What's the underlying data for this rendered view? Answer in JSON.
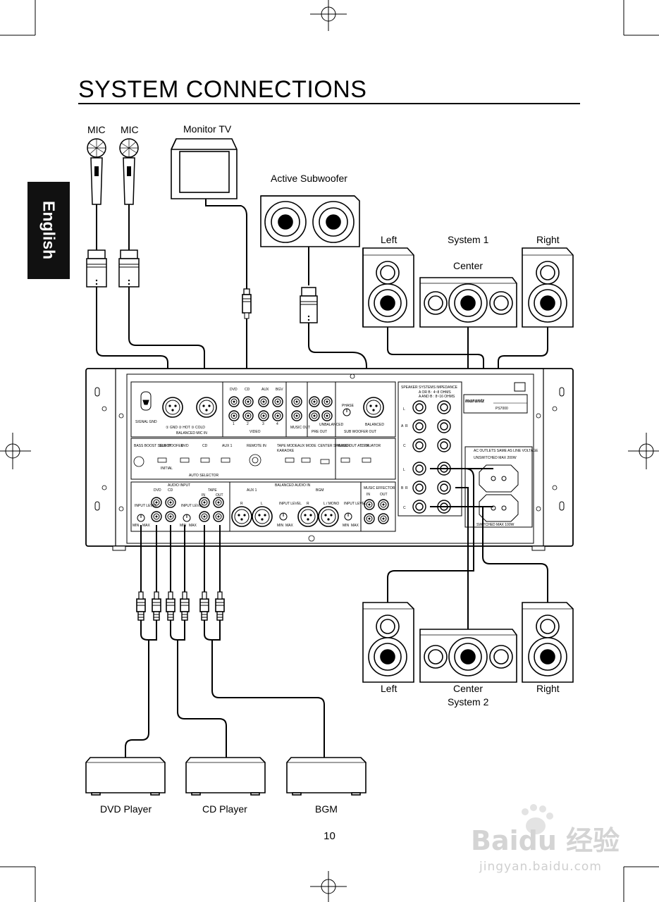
{
  "header": {
    "title": "SYSTEM CONNECTIONS",
    "language_tab": "English",
    "page_number": "10"
  },
  "devices": {
    "mic_1": "MIC",
    "mic_2": "MIC",
    "monitor_tv": "Monitor TV",
    "active_subwoofer": "Active Subwoofer",
    "dvd_player": "DVD Player",
    "cd_player": "CD Player",
    "bgm": "BGM"
  },
  "system_1": {
    "title": "System 1",
    "left": "Left",
    "center": "Center",
    "right": "Right"
  },
  "system_2": {
    "title": "System 2",
    "left": "Left",
    "center": "Center",
    "right": "Right"
  },
  "panel": {
    "signal_gnd": "SIGNAL GND",
    "balanced_mic_in": "BALANCED MIC IN",
    "gnd_hot_cold": "① GND ② HOT ③ COLD",
    "video": "VIDEO",
    "video_cols": [
      "DVD",
      "CD",
      "AUX",
      "BGV"
    ],
    "video_nums": [
      "1",
      "2",
      "3",
      "4"
    ],
    "music_out": "MUSIC OUT",
    "pre_out": "PRE OUT",
    "unbalanced": "UNBALANCED",
    "balanced": "BALANCED",
    "sub_woofer_out": "SUB WOOFER OUT",
    "phase": "PHASE",
    "speaker_impedance": "SPEAKER SYSTEMS IMPEDANCE",
    "impedance_a": "A OR B : 4~8 OHMS",
    "impedance_ab": "A AND B : 8~16 OHMS",
    "brand": "marantz",
    "model": "PS7000",
    "auto_selector": "AUTO SELECTOR",
    "bass_boost": "BASS BOOST SELECT",
    "sub_woofer": "SUB WOOFER",
    "remote_in": "REMOTE IN",
    "tape_mode": "TAPE MODE",
    "aux_mode": "AUX MODE",
    "karaoke": "KARAOKE",
    "center_speaker": "CENTER SPEAKER",
    "music_out_att": "MUSIC OUT ATTENUATOR",
    "lpf": "L.P.F",
    "ac_outlets": "AC OUTLETS SAME AS LINE VOLTAGE",
    "unswitched": "UNSWITCHED MAX 200W",
    "switched": "SWITCHED MAX 100W",
    "audio_input": "AUDIO INPUT",
    "dvd": "DVD",
    "cd": "CD",
    "tape": "TAPE",
    "in_label": "IN",
    "out_label": "OUT",
    "input_level": "INPUT LEVEL",
    "min": "MIN",
    "max": "MAX",
    "balanced_audio_in": "BALANCED AUDIO IN",
    "aux1": "AUX 1",
    "bgm": "BGM",
    "l_mono": "L / MONO",
    "r": "R",
    "l": "L",
    "c": "C",
    "music_effector": "MUSIC EFFECTOR",
    "initial": "INITIAL",
    "spk_a": "A",
    "spk_b": "B"
  },
  "watermark": {
    "brand": "Baidu 经验",
    "url": "jingyan.baidu.com"
  }
}
